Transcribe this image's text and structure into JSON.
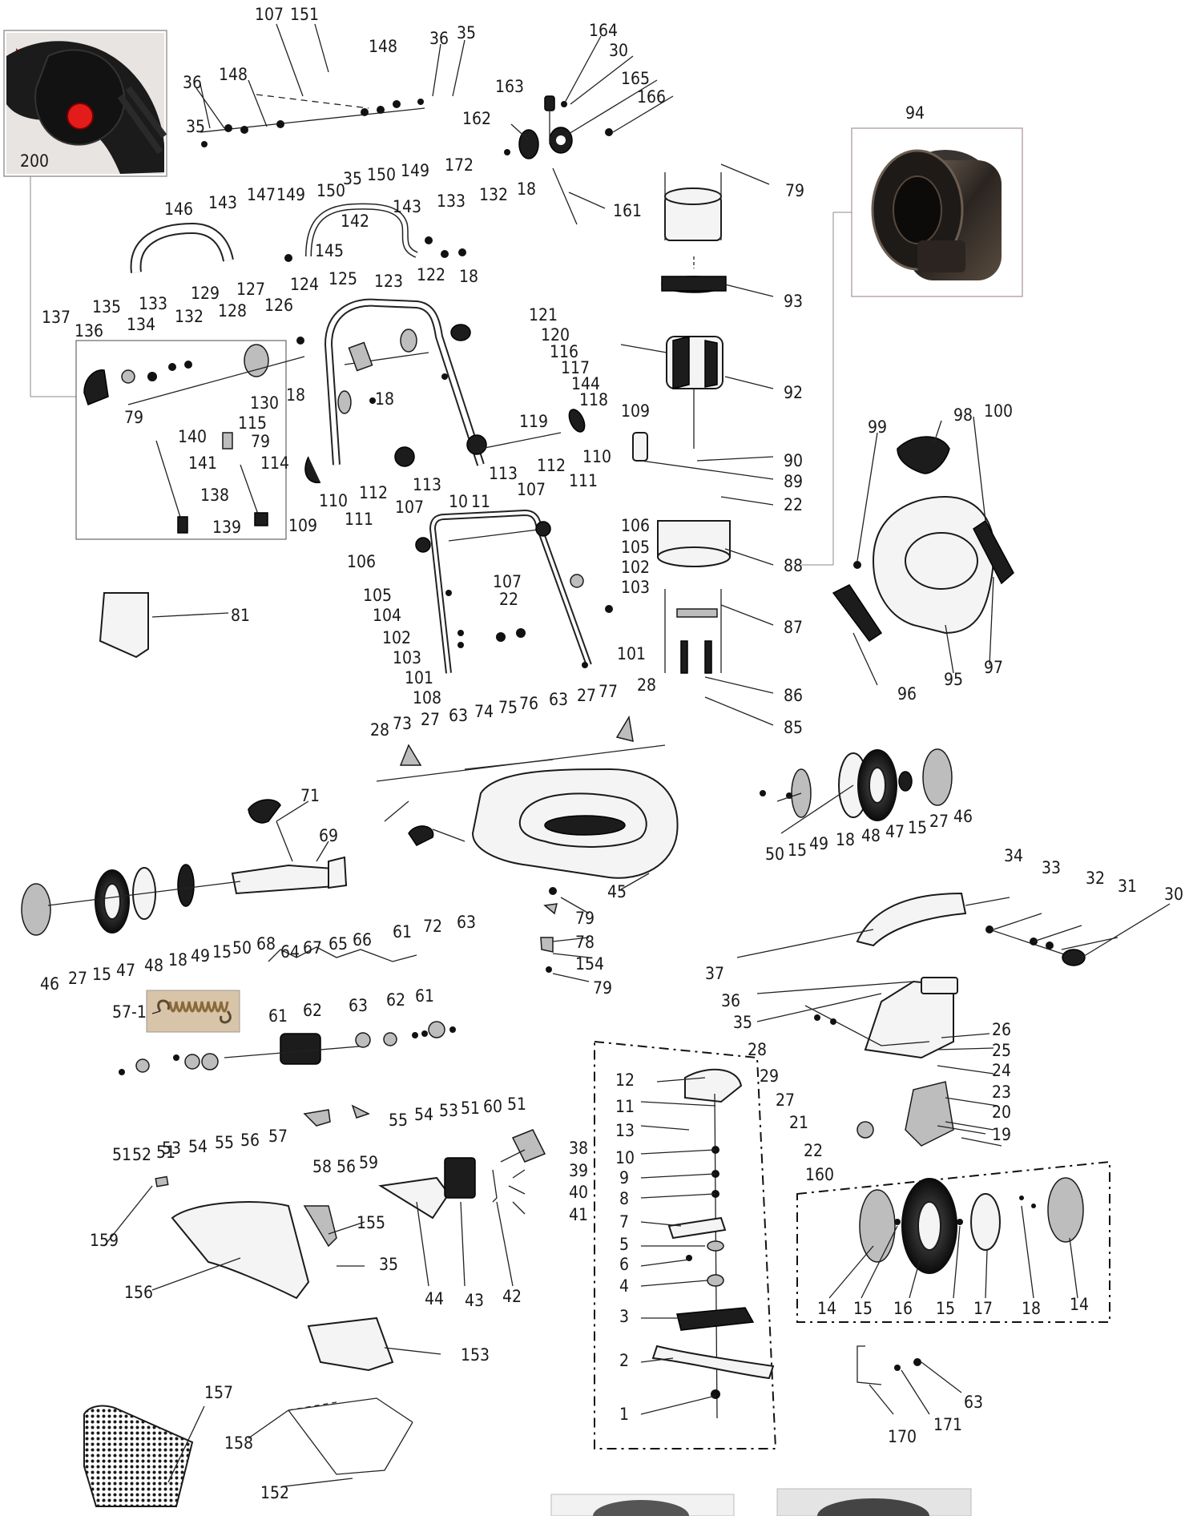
{
  "diagram": {
    "type": "exploded-parts-diagram",
    "colors": {
      "line": "#222222",
      "photo_border": "#b9a9a9",
      "inset_bg": "#d8c4a8",
      "button_red": "#e31b1b"
    },
    "callout_groups": {
      "handle_top": [
        "151",
        "107",
        "148",
        "36",
        "35",
        "36",
        "35",
        "148",
        "147",
        "149",
        "150",
        "35",
        "150",
        "149",
        "172"
      ],
      "switch_assembly": [
        "164",
        "30",
        "163",
        "165",
        "166",
        "162",
        "18",
        "161"
      ],
      "inset_photos": [
        "200",
        "94",
        "57-1"
      ],
      "upper_handle": [
        "146",
        "143",
        "145",
        "142",
        "143",
        "133",
        "132"
      ],
      "handle_mechanism": [
        "137",
        "135",
        "133",
        "129",
        "127",
        "126",
        "136",
        "134",
        "132",
        "128",
        "79",
        "130",
        "18",
        "140",
        "141",
        "138",
        "139"
      ],
      "handle_frame": [
        "124",
        "125",
        "123",
        "122",
        "18",
        "121",
        "120",
        "116",
        "117",
        "144",
        "118",
        "109",
        "115",
        "79",
        "114",
        "119",
        "113",
        "112",
        "111",
        "110",
        "112",
        "111",
        "110",
        "109",
        "107",
        "113",
        "10",
        "11",
        "107"
      ],
      "motor": [
        "79",
        "93",
        "92",
        "90",
        "89",
        "22",
        "88",
        "87",
        "86",
        "85"
      ],
      "cover": [
        "99",
        "98",
        "100",
        "96",
        "95",
        "97"
      ],
      "lower_frame": [
        "106",
        "105",
        "102",
        "103",
        "101",
        "106",
        "107",
        "105",
        "104",
        "22",
        "102",
        "103",
        "101",
        "108",
        "81"
      ],
      "deck_top": [
        "28",
        "73",
        "27",
        "63",
        "74",
        "75",
        "76",
        "63",
        "27",
        "77",
        "28",
        "45"
      ],
      "rear_wheel_right": [
        "50",
        "15",
        "49",
        "18",
        "48",
        "47",
        "15",
        "27",
        "46"
      ],
      "front_axle": [
        "71",
        "69",
        "46",
        "27",
        "15",
        "47",
        "48",
        "18",
        "49",
        "15",
        "50",
        "68",
        "64",
        "67",
        "65",
        "66",
        "61",
        "72",
        "63",
        "61",
        "61",
        "62",
        "63",
        "62",
        "61"
      ],
      "deck_parts": [
        "79",
        "78",
        "154",
        "79"
      ],
      "height_adjust": [
        "34",
        "33",
        "32",
        "31",
        "30",
        "37",
        "36",
        "35",
        "28",
        "29",
        "27",
        "26",
        "25",
        "24",
        "23",
        "20",
        "19",
        "21",
        "22",
        "160"
      ],
      "gearbox": [
        "51",
        "52",
        "51",
        "53",
        "54",
        "55",
        "56",
        "57",
        "58",
        "56",
        "59",
        "55",
        "54",
        "53",
        "51",
        "60",
        "51"
      ],
      "blade_stack": [
        "12",
        "11",
        "13",
        "10",
        "9",
        "8",
        "7",
        "5",
        "6",
        "4",
        "3",
        "2",
        "1"
      ],
      "front_wheel_box": [
        "14",
        "15",
        "16",
        "15",
        "17",
        "18",
        "14"
      ],
      "rear_flap": [
        "38",
        "39",
        "40",
        "41",
        "44",
        "43",
        "42"
      ],
      "grass_bag": [
        "159",
        "155",
        "35",
        "156",
        "153",
        "157",
        "158",
        "152"
      ],
      "clip": [
        "170",
        "171",
        "63"
      ]
    }
  }
}
